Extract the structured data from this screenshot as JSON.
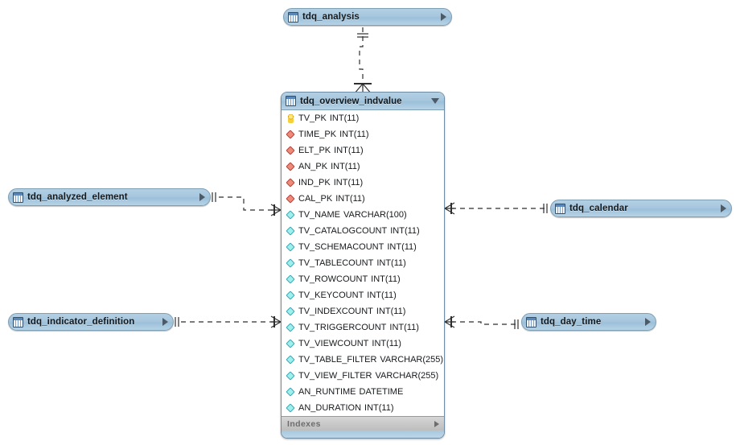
{
  "diagram": {
    "type": "eer-diagram",
    "background": "#ffffff",
    "header_color": "#a7c7de",
    "pk_color": "#f5d23c",
    "fk_color": "#f08a7a",
    "column_color": "#9ef0ef",
    "line_color": "#3a3a3a"
  },
  "tables": {
    "analysis": {
      "name": "tdq_analysis",
      "icon": "table-icon",
      "expand_icon": "chevron-right-icon",
      "state": "collapsed"
    },
    "analyzed_element": {
      "name": "tdq_analyzed_element",
      "icon": "table-icon",
      "expand_icon": "chevron-right-icon",
      "state": "collapsed"
    },
    "indicator_definition": {
      "name": "tdq_indicator_definition",
      "icon": "table-icon",
      "expand_icon": "chevron-right-icon",
      "state": "collapsed"
    },
    "calendar": {
      "name": "tdq_calendar",
      "icon": "table-icon",
      "expand_icon": "chevron-right-icon",
      "state": "collapsed"
    },
    "day_time": {
      "name": "tdq_day_time",
      "icon": "table-icon",
      "expand_icon": "chevron-right-icon",
      "state": "collapsed"
    },
    "overview_indvalue": {
      "name": "tdq_overview_indvalue",
      "icon": "table-icon",
      "expand_icon": "chevron-down-icon",
      "state": "expanded",
      "indexes_label": "Indexes",
      "indexes_expand_icon": "chevron-right-icon",
      "columns": [
        {
          "name": "TV_PK",
          "type": "INT(11)",
          "key": "pk",
          "glyph": "key-icon"
        },
        {
          "name": "TIME_PK",
          "type": "INT(11)",
          "key": "fk",
          "glyph": "foreign-key-diamond-icon"
        },
        {
          "name": "ELT_PK",
          "type": "INT(11)",
          "key": "fk",
          "glyph": "foreign-key-diamond-icon"
        },
        {
          "name": "AN_PK",
          "type": "INT(11)",
          "key": "fk",
          "glyph": "foreign-key-diamond-icon"
        },
        {
          "name": "IND_PK",
          "type": "INT(11)",
          "key": "fk",
          "glyph": "foreign-key-diamond-icon"
        },
        {
          "name": "CAL_PK",
          "type": "INT(11)",
          "key": "fk",
          "glyph": "foreign-key-diamond-icon"
        },
        {
          "name": "TV_NAME",
          "type": "VARCHAR(100)",
          "key": "col",
          "glyph": "column-diamond-icon"
        },
        {
          "name": "TV_CATALOGCOUNT",
          "type": "INT(11)",
          "key": "col",
          "glyph": "column-diamond-icon"
        },
        {
          "name": "TV_SCHEMACOUNT",
          "type": "INT(11)",
          "key": "col",
          "glyph": "column-diamond-icon"
        },
        {
          "name": "TV_TABLECOUNT",
          "type": "INT(11)",
          "key": "col",
          "glyph": "column-diamond-icon"
        },
        {
          "name": "TV_ROWCOUNT",
          "type": "INT(11)",
          "key": "col",
          "glyph": "column-diamond-icon"
        },
        {
          "name": "TV_KEYCOUNT",
          "type": "INT(11)",
          "key": "col",
          "glyph": "column-diamond-icon"
        },
        {
          "name": "TV_INDEXCOUNT",
          "type": "INT(11)",
          "key": "col",
          "glyph": "column-diamond-icon"
        },
        {
          "name": "TV_TRIGGERCOUNT",
          "type": "INT(11)",
          "key": "col",
          "glyph": "column-diamond-icon"
        },
        {
          "name": "TV_VIEWCOUNT",
          "type": "INT(11)",
          "key": "col",
          "glyph": "column-diamond-icon"
        },
        {
          "name": "TV_TABLE_FILTER",
          "type": "VARCHAR(255)",
          "key": "col",
          "glyph": "column-diamond-icon"
        },
        {
          "name": "TV_VIEW_FILTER",
          "type": "VARCHAR(255)",
          "key": "col",
          "glyph": "column-diamond-icon"
        },
        {
          "name": "AN_RUNTIME",
          "type": "DATETIME",
          "key": "col",
          "glyph": "column-diamond-icon"
        },
        {
          "name": "AN_DURATION",
          "type": "INT(11)",
          "key": "col",
          "glyph": "column-diamond-icon"
        }
      ]
    }
  },
  "relationships": [
    {
      "from": "tdq_analysis",
      "to": "tdq_overview_indvalue",
      "from_cardinality": "one",
      "to_cardinality": "many",
      "style": "dashed"
    },
    {
      "from": "tdq_analyzed_element",
      "to": "tdq_overview_indvalue",
      "from_cardinality": "one",
      "to_cardinality": "many",
      "style": "dashed"
    },
    {
      "from": "tdq_indicator_definition",
      "to": "tdq_overview_indvalue",
      "from_cardinality": "one",
      "to_cardinality": "many",
      "style": "dashed"
    },
    {
      "from": "tdq_overview_indvalue",
      "to": "tdq_calendar",
      "from_cardinality": "many",
      "to_cardinality": "one",
      "style": "dashed"
    },
    {
      "from": "tdq_overview_indvalue",
      "to": "tdq_day_time",
      "from_cardinality": "many",
      "to_cardinality": "one",
      "style": "dashed"
    }
  ]
}
